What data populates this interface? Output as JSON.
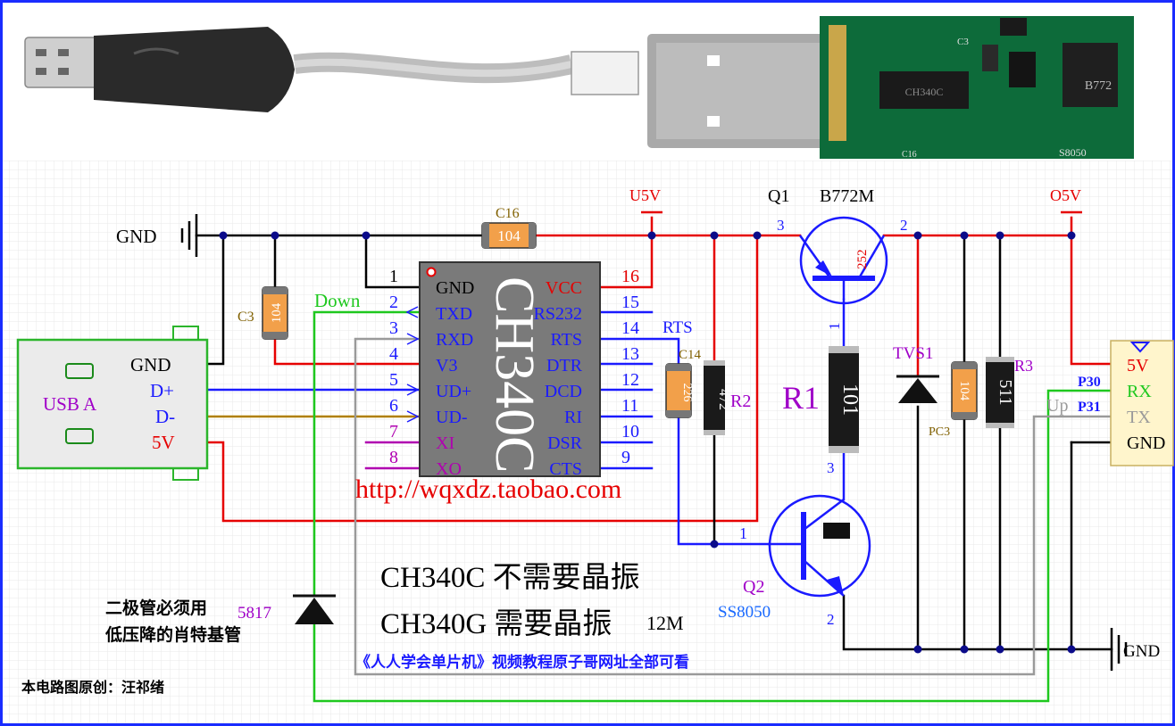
{
  "colors": {
    "wire_red": "#e60000",
    "wire_black": "#000000",
    "wire_blue": "#1a1aff",
    "wire_green": "#1ec81e",
    "wire_gray": "#9a9a9a",
    "wire_brown": "#b08000",
    "chip_fill": "#7a7a7a",
    "resistor_orange": "#f2a04a",
    "title_red": "#cc0000",
    "pin_purple": "#b000b0"
  },
  "photo_resistor_codes": {
    "c3": "C3",
    "b772": "B772",
    "s8050": "S8050",
    "c16": "C16",
    "chip": "CH340C"
  },
  "chip": {
    "name": "CH340C",
    "left_pins": [
      {
        "num": "1",
        "label": "GND"
      },
      {
        "num": "2",
        "label": "TXD"
      },
      {
        "num": "3",
        "label": "RXD"
      },
      {
        "num": "4",
        "label": "V3"
      },
      {
        "num": "5",
        "label": "UD+"
      },
      {
        "num": "6",
        "label": "UD-"
      },
      {
        "num": "7",
        "label": "XI"
      },
      {
        "num": "8",
        "label": "XO"
      }
    ],
    "right_pins": [
      {
        "num": "16",
        "label": "VCC"
      },
      {
        "num": "15",
        "label": "RS232"
      },
      {
        "num": "14",
        "label": "RTS"
      },
      {
        "num": "13",
        "label": "DTR"
      },
      {
        "num": "12",
        "label": "DCD"
      },
      {
        "num": "11",
        "label": "RI"
      },
      {
        "num": "10",
        "label": "DSR"
      },
      {
        "num": "9",
        "label": "CTS"
      }
    ]
  },
  "usb": {
    "name": "USB A",
    "pins": [
      "GND",
      "D+",
      "D-",
      "5V"
    ]
  },
  "header": {
    "pins": [
      "5V",
      "RX",
      "TX",
      "GND"
    ],
    "p30": "P30",
    "p31": "P31"
  },
  "labels": {
    "gnd_left": "GND",
    "gnd_right": "GND",
    "c16_name": "C16",
    "c16_value": "104",
    "c3_name": "C3",
    "c3_value": "104",
    "c14_name": "C14",
    "c14_value": "226",
    "r2_name": "R2",
    "r2_value": "472",
    "r1_name": "R1",
    "r1_value": "101",
    "r3_name": "R3",
    "r3_value": "511",
    "pc3_name": "PC3",
    "pc3_value": "104",
    "tvs_name": "TVS1",
    "u5v": "U5V",
    "o5v": "O5V",
    "q1_name": "Q1",
    "q1_part": "B772M",
    "q1_marking": "252",
    "q1_pin_left": "3",
    "q1_pin_right": "2",
    "q1_pin_bottom": "1",
    "q2_name": "Q2",
    "q2_part": "SS8050",
    "q2_pin_left": "1",
    "q2_pin_top": "3",
    "q2_pin_bottom": "2",
    "rts": "RTS",
    "down": "Down",
    "up": "Up",
    "diode_value": "5817",
    "url": "http://wqxdz.taobao.com",
    "note_c": "CH340C 不需要晶振",
    "note_g": "CH340G 需要晶振",
    "note_g_freq": "12M",
    "note_video": "《人人学会单片机》视频教程原子哥网址全部可看",
    "diode_note_1": "二极管必须用",
    "diode_note_2": "低压降的肖特基管",
    "author": "本电路图原创：汪祁绪"
  }
}
